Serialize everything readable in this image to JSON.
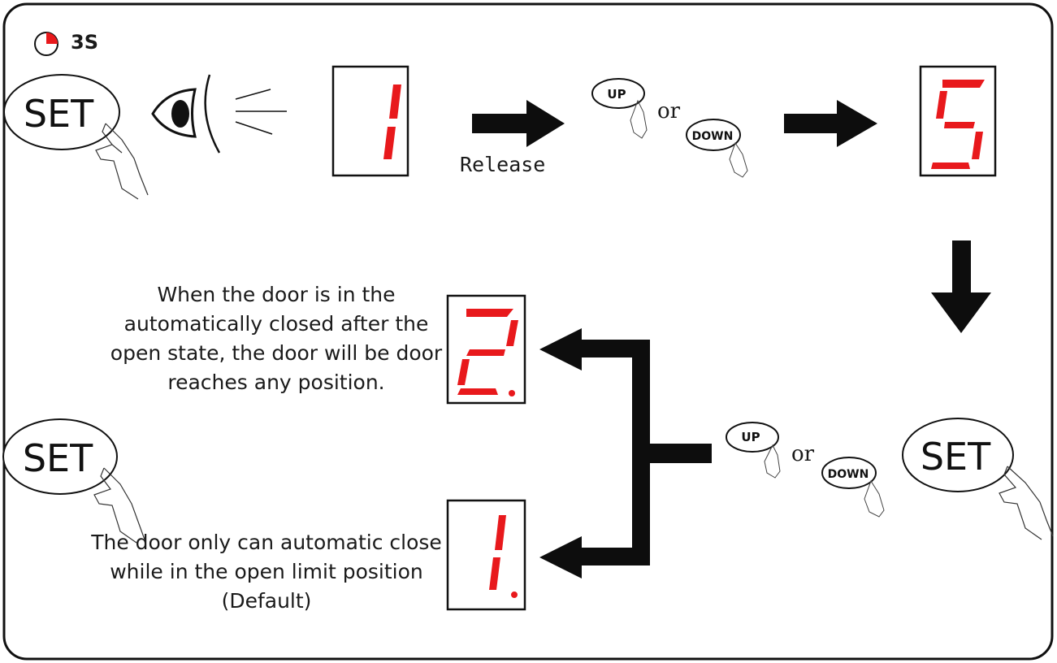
{
  "timer": {
    "label": "3S",
    "icon": "timer-icon"
  },
  "buttons": {
    "set": "SET",
    "up": "UP",
    "down": "DOWN"
  },
  "release_label": "Release",
  "or_label": "or",
  "displays": {
    "first": "1",
    "second": "5",
    "option_upper": "2.",
    "option_lower": "1."
  },
  "options": {
    "upper_text": "When the door is in the automatically closed after the open state, the door will be door reaches any position.",
    "lower_text": "The door only can automatic close while in the open limit position (Default)"
  },
  "colors": {
    "segment": "#e8191c",
    "outline": "#111111",
    "arrow": "#0d0d0d"
  }
}
